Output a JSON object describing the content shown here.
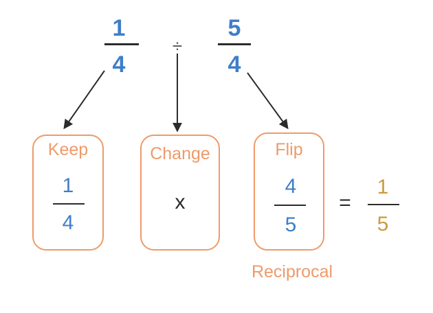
{
  "colors": {
    "blue": "#3f7ec9",
    "orange": "#ee9a6a",
    "gold": "#cc9a3d",
    "dark": "#2b2b2b"
  },
  "problem": {
    "left": {
      "numerator": "1",
      "denominator": "4"
    },
    "operator": "÷",
    "right": {
      "numerator": "5",
      "denominator": "4"
    }
  },
  "steps": {
    "keep": {
      "label": "Keep",
      "numerator": "1",
      "denominator": "4"
    },
    "change": {
      "label": "Change",
      "symbol": "x"
    },
    "flip": {
      "label": "Flip",
      "numerator": "4",
      "denominator": "5"
    }
  },
  "result": {
    "equals": "=",
    "numerator": "1",
    "denominator": "5"
  },
  "reciprocal_label": "Reciprocal"
}
